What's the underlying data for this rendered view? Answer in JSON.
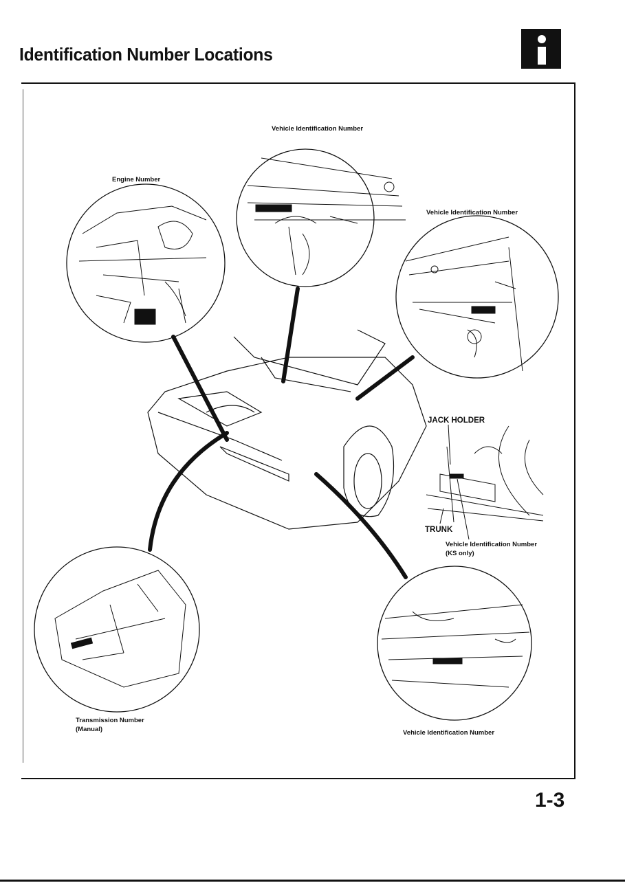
{
  "page": {
    "title": "Identification Number Locations",
    "section_badge_icon": "info-icon",
    "page_number": "1-3"
  },
  "callouts": {
    "engine_number": "Engine Number",
    "vin_top": "Vehicle Identification Number",
    "vin_right": "Vehicle Identification Number",
    "jack_holder": "JACK HOLDER",
    "trunk": "TRUNK",
    "vin_trunk_line1": "Vehicle Identification Number",
    "vin_trunk_line2": "(KS only)",
    "transmission_line1": "Transmission Number",
    "transmission_line2": "(Manual)",
    "vin_bottom": "Vehicle Identification Number"
  }
}
